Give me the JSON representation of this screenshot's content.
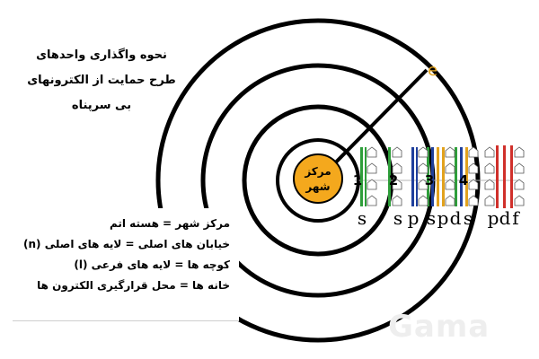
{
  "title": {
    "line1": "نحوه واگذاری واحدهای",
    "line2": "طرح حمایت از الکترونهای",
    "line3": "بی سرپناه"
  },
  "center": {
    "line1": "مرکز",
    "line2": "شهر"
  },
  "electron_label": "e",
  "shell_numbers": [
    "1",
    "2",
    "3",
    "4"
  ],
  "subshell_labels": [
    "s",
    "s",
    "p",
    "s",
    "p",
    "d",
    "s",
    "p",
    "d",
    "f"
  ],
  "legend": {
    "line1": "مرکز شهر = هسته اتم",
    "line2": "خیابان های اصلی = لایه های اصلی (n)",
    "line3": "کوچه ها = لایه های فرعی (l)",
    "line4": "خانه ها = محل قرارگیری الکترون ها"
  },
  "watermark": "Gama",
  "colors": {
    "nucleus": "#f4a81d",
    "s_street": "#2e9e3a",
    "p_street": "#1f3f9c",
    "d_street": "#e2a21d",
    "f_street": "#d0302b",
    "electron": "#e2a21d"
  }
}
